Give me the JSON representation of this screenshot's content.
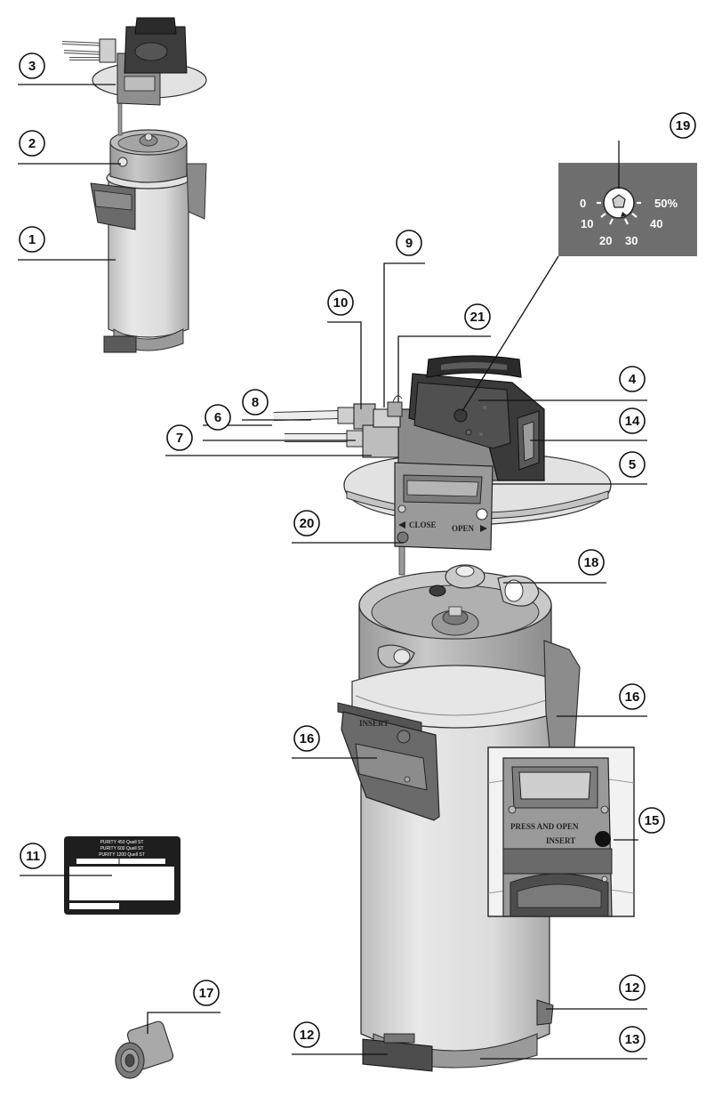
{
  "callouts": [
    "1",
    "2",
    "3",
    "4",
    "5",
    "6",
    "7",
    "8",
    "9",
    "10",
    "11",
    "12",
    "12",
    "13",
    "14",
    "15",
    "16",
    "16",
    "17",
    "18",
    "19",
    "20",
    "21"
  ],
  "dial": {
    "scale": [
      "0",
      "10",
      "20",
      "30",
      "40",
      "50%"
    ]
  },
  "head_text": {
    "close": "CLOSE",
    "open": "OPEN"
  },
  "detail_text": {
    "press": "PRESS AND OPEN",
    "insert": "INSERT"
  },
  "bracket_text": "INSERT",
  "type_label": {
    "lines": [
      "PURITY 450 Quell ST",
      "PURITY 600 Quell ST",
      "PURITY 1200 Quell ST"
    ]
  },
  "colors": {
    "body_light": "#d9d9d9",
    "body_mid": "#b8b8b8",
    "dark": "#4a4a4a",
    "black": "#222222",
    "dial_panel": "#6e6e6e"
  }
}
